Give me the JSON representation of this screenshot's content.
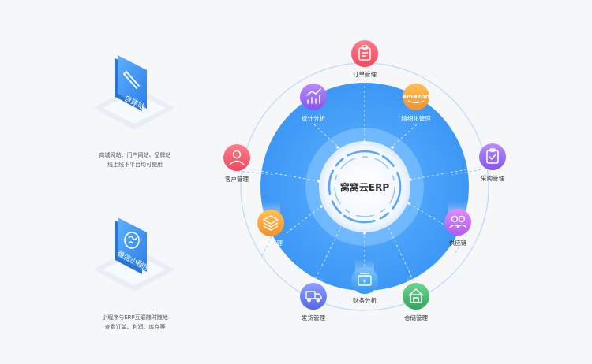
{
  "left_panel": {
    "self_site": {
      "label": "自建站",
      "icon": "pencil-icon",
      "desc_line1": "商城网站、门户网站、品牌站",
      "desc_line2": "线上线下平台均可使用"
    },
    "mini_program": {
      "label": "微信小程序",
      "icon": "wechat-mini-program-icon",
      "desc_line1": "小程序与ERP互联随时随地",
      "desc_line2": "查看订单、利润、库存等"
    }
  },
  "center": {
    "title": "窝窝云ERP"
  },
  "modules": [
    {
      "key": "order",
      "label": "订单管理",
      "icon": "clipboard-icon",
      "color": "#f25c6e"
    },
    {
      "key": "amazon",
      "label": "精细化管理",
      "icon": "amazon-logo-icon",
      "logo_text": "amazon",
      "color": "#f7a23a"
    },
    {
      "key": "stats",
      "label": "统计分析",
      "icon": "line-chart-icon",
      "color": "#9b6cf2"
    },
    {
      "key": "purchase",
      "label": "采购管理",
      "icon": "checklist-icon",
      "color": "#9b6cf2"
    },
    {
      "key": "customer",
      "label": "客户管理",
      "icon": "user-icon",
      "color": "#f25c6e"
    },
    {
      "key": "supply",
      "label": "供应链",
      "icon": "people-icon",
      "color": "#c86cf2"
    },
    {
      "key": "product",
      "label": "产品管理",
      "icon": "layers-icon",
      "color": "#f7a23a"
    },
    {
      "key": "finance",
      "label": "财务分析",
      "icon": "wallet-icon",
      "color": "#4aa8f5"
    },
    {
      "key": "shipping",
      "label": "发货管理",
      "icon": "truck-icon",
      "color": "#6a7cf2"
    },
    {
      "key": "warehouse",
      "label": "仓储管理",
      "icon": "warehouse-icon",
      "color": "#3fb66a"
    }
  ]
}
